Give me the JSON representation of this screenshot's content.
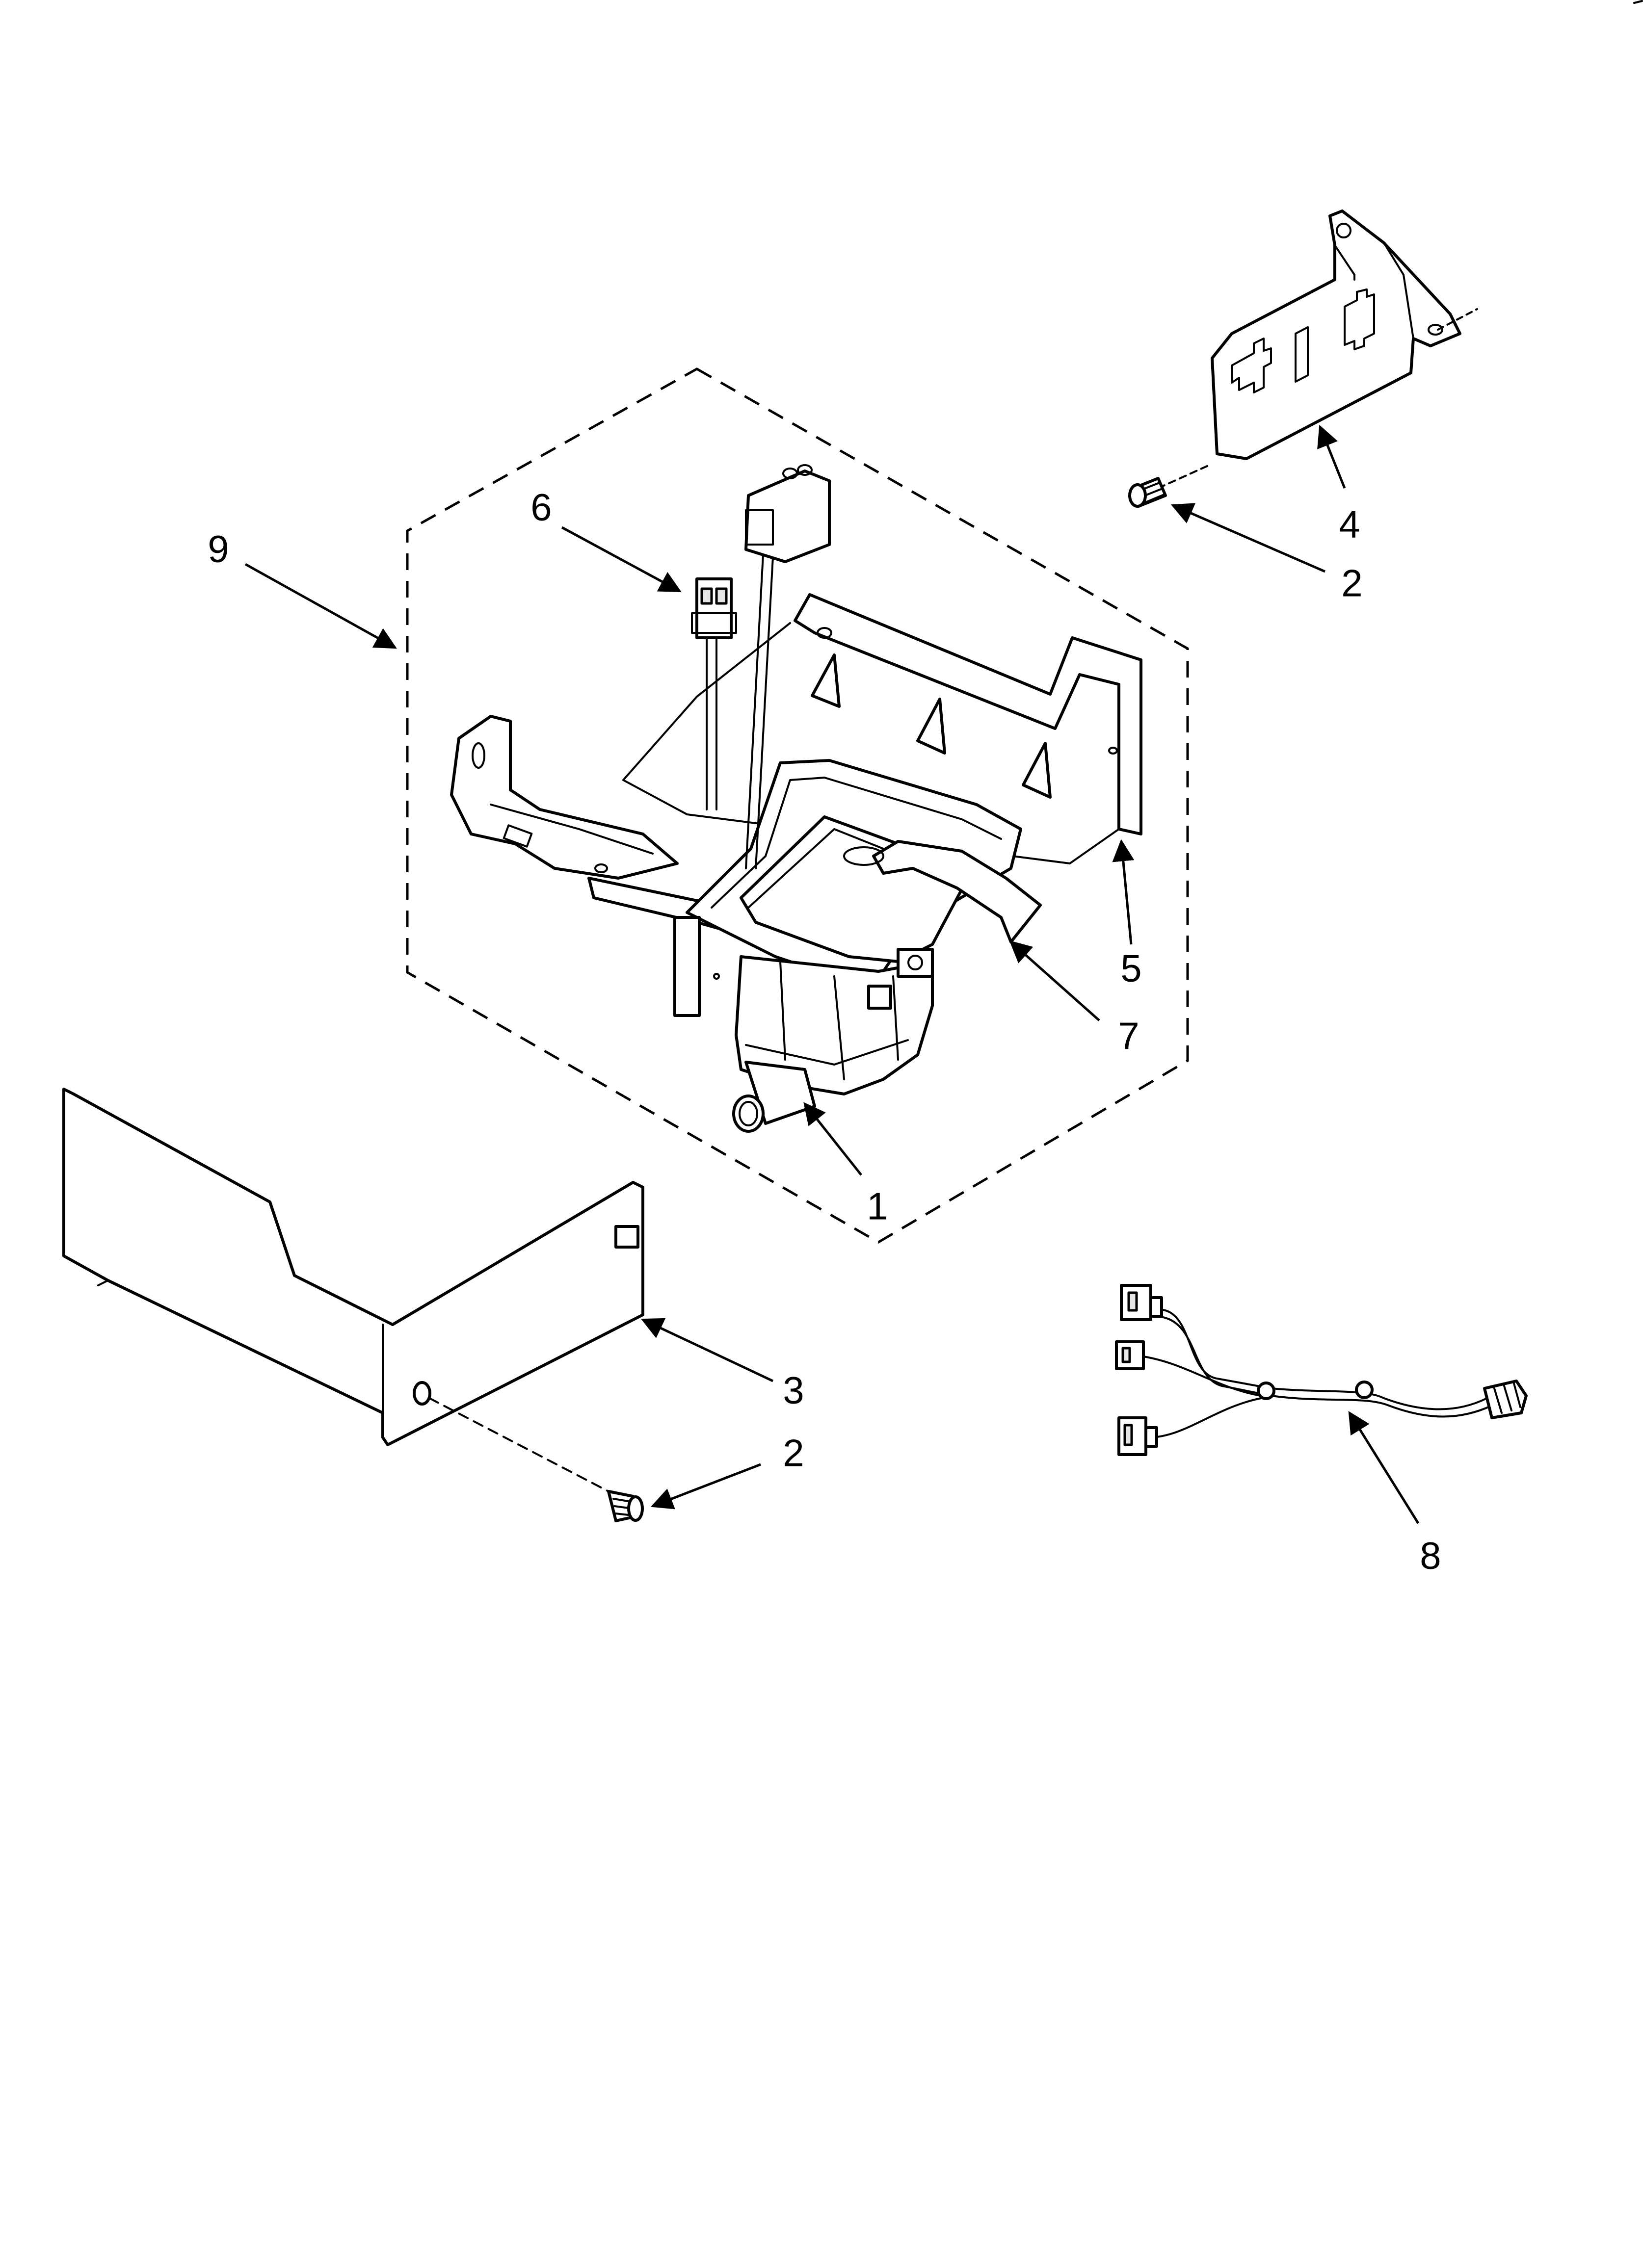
{
  "callouts": [
    {
      "id": "c1",
      "label": "1"
    },
    {
      "id": "c2a",
      "label": "2"
    },
    {
      "id": "c2b",
      "label": "2"
    },
    {
      "id": "c3",
      "label": "3"
    },
    {
      "id": "c4",
      "label": "4"
    },
    {
      "id": "c5",
      "label": "5"
    },
    {
      "id": "c6",
      "label": "6"
    },
    {
      "id": "c7",
      "label": "7"
    },
    {
      "id": "c8",
      "label": "8"
    },
    {
      "id": "c9",
      "label": "9"
    }
  ]
}
